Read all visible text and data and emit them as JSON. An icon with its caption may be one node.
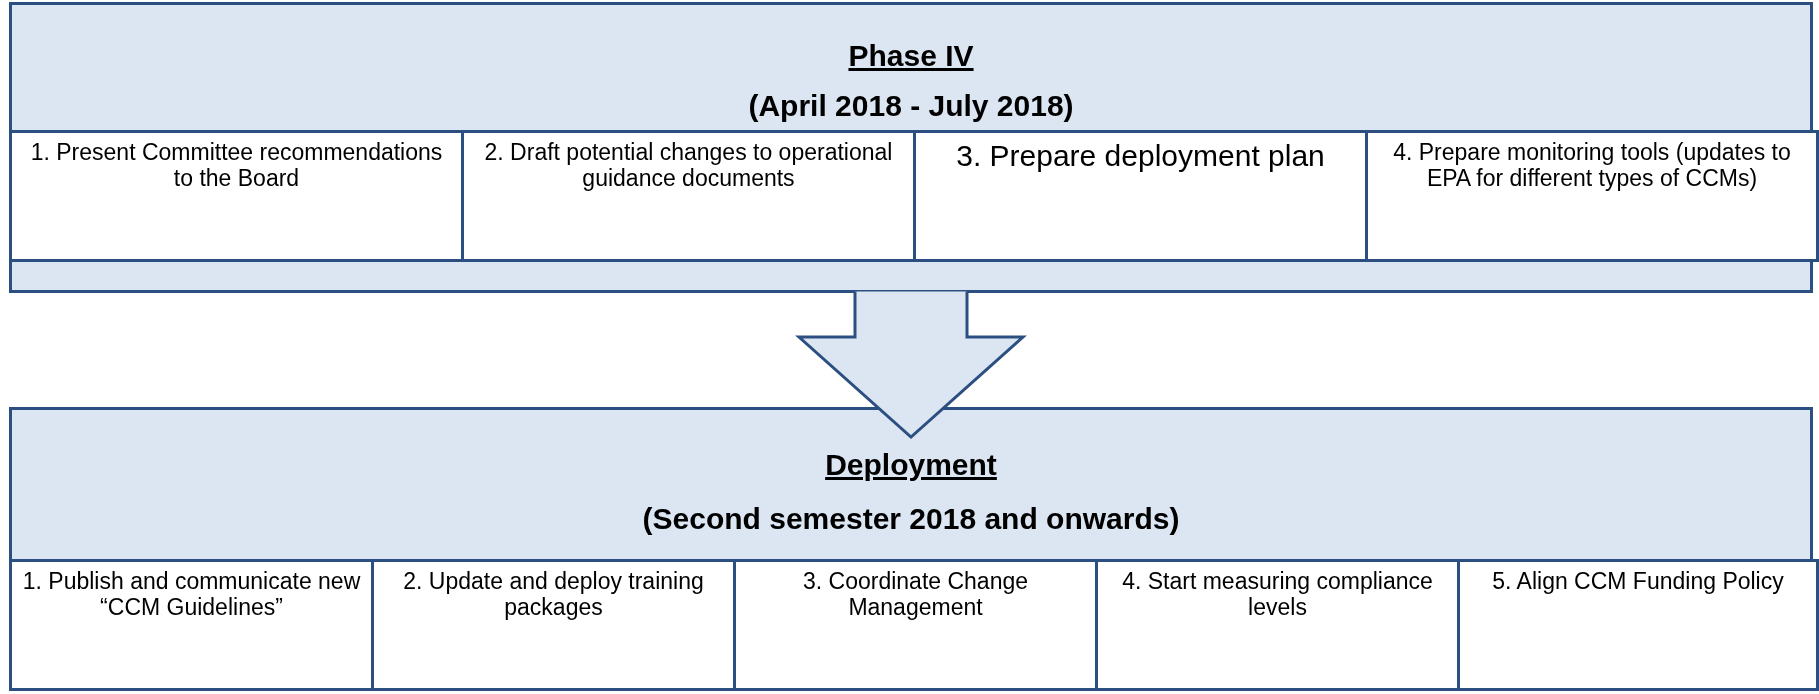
{
  "diagram": {
    "nodes": [
      {
        "text": [
          "Phase IV",
          "(April 2018 - July 2018)"
        ]
      },
      {
        "text": [
          "1. Present Committee recommendations to the Board"
        ],
        "in": 0
      },
      {
        "text": [
          "2. Draft potential changes to operational guidance documents"
        ],
        "in": 0
      },
      {
        "text": [
          "3. Prepare deployment plan"
        ],
        "in": 0
      },
      {
        "text": [
          "4. Prepare monitoring tools (updates to EPA for different types of CCMs)"
        ],
        "in": 0
      },
      {
        "text": [
          "Deployment",
          "(Second semester 2018 and onwards)"
        ]
      },
      {
        "text": [
          "1. Publish and communicate new “CCM Guidelines”"
        ],
        "in": 5
      },
      {
        "text": [
          "2. Update and deploy training packages"
        ],
        "in": 5
      },
      {
        "text": [
          "3. Coordinate Change Management"
        ],
        "in": 5
      },
      {
        "text": [
          "4. Start measuring compliance levels"
        ],
        "in": 5
      },
      {
        "text": [
          "5. Align CCM Funding Policy"
        ],
        "in": 5
      }
    ],
    "edges": [
      {
        "from": 0,
        "to": 5,
        "arrow": "to"
      }
    ]
  }
}
